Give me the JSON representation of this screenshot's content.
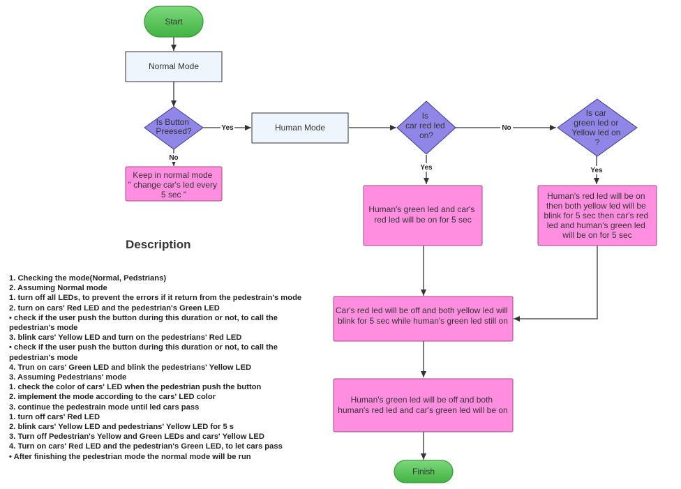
{
  "nodes": {
    "start": "Start",
    "normal_mode": "Normal Mode",
    "is_button_pressed": [
      "Is Button",
      "Preesed?"
    ],
    "keep_normal": [
      "Keep in normal mode",
      "\" change car's led every",
      "5 sec \""
    ],
    "human_mode": "Human Mode",
    "is_car_red": [
      "Is",
      "car red led",
      "on?"
    ],
    "is_car_green_yellow": [
      "Is car",
      "green led or",
      "Yellow led on",
      "?"
    ],
    "human_green_car_red": [
      "Human's green led and car's",
      "red led will be on for 5 sec"
    ],
    "human_red_yellow_blink": [
      "Human's red led will be on",
      "then both yellow led will be",
      "blink for 5 sec then car's red",
      "led and human's green led",
      "will be on for 5 sec"
    ],
    "car_red_off": [
      "Car's red led will be off and both yellow led will",
      "blink for 5 sec while human's green led still on"
    ],
    "human_green_off": [
      "Human's green led will be off and both",
      "human's red led and car's green led will be on"
    ],
    "finish": "Finish"
  },
  "edge_labels": {
    "pressed_yes": "Yes",
    "pressed_no": "No",
    "car_red_yes": "Yes",
    "car_red_no": "No",
    "green_yellow_yes": "Yes"
  },
  "description": {
    "title": "Description",
    "lines": [
      "1. Checking the mode(Normal, Pedstrians)",
      "2. Assuming Normal mode",
      "1. turn off all LEDs, to prevent the errors if it return from the pedestrain's mode",
      "2. turn on cars' Red LED and the pedestrian's Green LED",
      "• check if the user push the button during this duration or not, to call the pedestrian's mode",
      "3. blink cars' Yellow LED and turn on the pedestrians' Red LED",
      "• check if the user push the button during this duration or not, to call the pedestrian's mode",
      "4. Trun on cars' Green LED and blink the pedestrians' Yellow LED",
      "3. Assuming Pedestrians' mode",
      "1. check the color of cars' LED when the pedestrian push the button",
      "2. implement the mode according to the cars' LED color",
      "3. continue the pedestrain mode until led cars pass",
      "1. turn off cars' Red LED",
      "2. blink cars' Yellow LED and pedestrians' Yellow LED for 5 s",
      "3. Turn off Pedestrian's Yellow and Green LEDs and cars' Yellow LED",
      "4. Turn on cars' Red LED and the pedestrian's Green LED, to let cars pass",
      "• After finishing the pedestrian mode the normal mode will be run"
    ]
  },
  "colors": {
    "terminal_fill": "#5cc65c",
    "terminal_stroke": "#3a9a3a",
    "process_fill": "#eef5fc",
    "process_stroke": "#333333",
    "decision_fill": "#8f86e8",
    "decision_stroke": "#3d3a80",
    "action_fill": "#ff8ee0",
    "action_stroke": "#a04a8a",
    "edge": "#333333"
  }
}
